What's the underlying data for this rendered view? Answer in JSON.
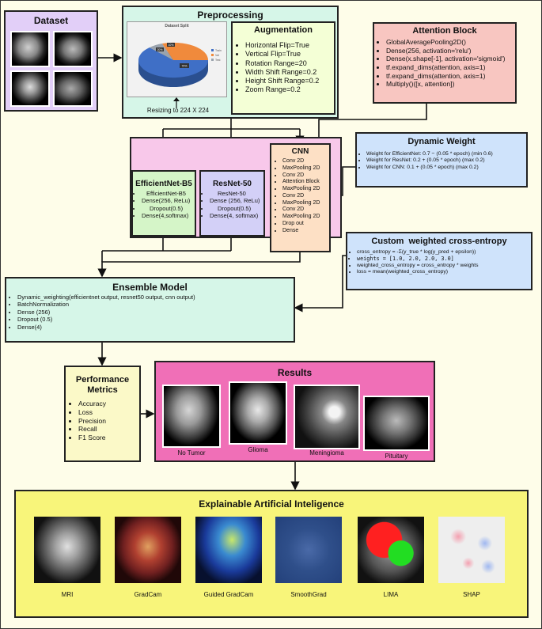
{
  "dataset": {
    "title": "Dataset"
  },
  "preprocessing": {
    "title": "Preprocessing",
    "chart_title": "Dataset Split",
    "chart_labels": [
      "20%",
      "10%",
      "70%"
    ],
    "legend": [
      "Train",
      "Val",
      "Test"
    ],
    "resize_caption": "Resizing to 224 X 224",
    "augmentation": {
      "title": "Augmentation",
      "items": [
        "Horizontal Flip=True",
        "Vertical Flip=True",
        "Rotation Range=20",
        "Width Shift Range=0.2",
        "Height Shift Range=0.2",
        "Zoom Range=0.2"
      ]
    }
  },
  "attention": {
    "title": "Attention Block",
    "items": [
      "GlobalAveragePooling2D()",
      "Dense(256, activation='relu')",
      "Dense(x.shape[-1], activation='sigmoid')",
      "tf.expand_dims(attention, axis=1)",
      "tf.expand_dims(attention, axis=1)",
      "Multiply()([x, attention])"
    ]
  },
  "dynamic": {
    "title": "Dynamic Weight",
    "items": [
      "Weight for EfficientNet: 0.7 − (0.05 * epoch) (min 0.6)",
      "Weight for ResNet: 0.2 + (0.05 * epoch) (max 0.2)",
      "Weight for CNN: 0.1 + (0.05 * epoch) (max 0.2)"
    ]
  },
  "efficientnet": {
    "title": "EfficientNet-B5",
    "items": [
      "EfficientNet-B5",
      "Dense(256, ReLu)",
      "Dropout(0.5)",
      "Dense(4,softmax)"
    ]
  },
  "resnet": {
    "title": "ResNet-50",
    "items": [
      "ResNet-50",
      "Dense (256, ReLu)",
      "Dropout(0.5)",
      "Dense(4, softmax)"
    ]
  },
  "cnn": {
    "title": "CNN",
    "items": [
      "Conv 2D",
      "MaxPooling 2D",
      "Conv 2D",
      "Attention Block",
      "MaxPooling 2D",
      "Conv 2D",
      "MaxPooling 2D",
      "Conv 2D",
      "MaxPooling 2D",
      "Drop out",
      "Dense"
    ]
  },
  "loss": {
    "title": "Custom  weighted cross-entropy",
    "items": [
      "cross_entropy = -Σ(y_true * log(y_pred + epsilon))",
      "weights = [1.0, 2.0, 2.0, 3.0]",
      "weighted_cross_entropy = cross_entropy * weights",
      "loss = mean(weighted_cross_entropy)"
    ]
  },
  "ensemble": {
    "title": "Ensemble Model",
    "items": [
      "Dynamic_weighting(efficientnet output, resnet50 output, cnn output)",
      "BatchNormalization",
      "Dense (256)",
      "Dropout (0.5)",
      "Dense(4)"
    ]
  },
  "metrics": {
    "title": "Performance Metrics",
    "items": [
      "Accuracy",
      "Loss",
      "Precision",
      "Recall",
      "F1 Score"
    ]
  },
  "results": {
    "title": "Results",
    "images": [
      "No Tumor",
      "Glioma",
      "Meningioma",
      "Pituitary"
    ]
  },
  "xai": {
    "title": "Explainable Artificial Inteligence",
    "images": [
      "MRI",
      "GradCam",
      "Guided GradCam",
      "SmoothGrad",
      "LIMA",
      "SHAP"
    ]
  },
  "colors": {
    "dataset": "#e2cff8",
    "preprocessing": "#d6f6e8",
    "augmentation": "#f4ffd6",
    "attention": "#f8c6c1",
    "dynamic": "#cfe3fb",
    "models_group": "#f8c8ea",
    "efficientnet": "#d5f5c8",
    "resnet": "#d3d0f7",
    "cnn": "#fde0c5",
    "loss": "#cfe3fb",
    "ensemble": "#d6f6e8",
    "metrics": "#fbf9c8",
    "results": "#f06fb7",
    "xai": "#f8f57a"
  }
}
